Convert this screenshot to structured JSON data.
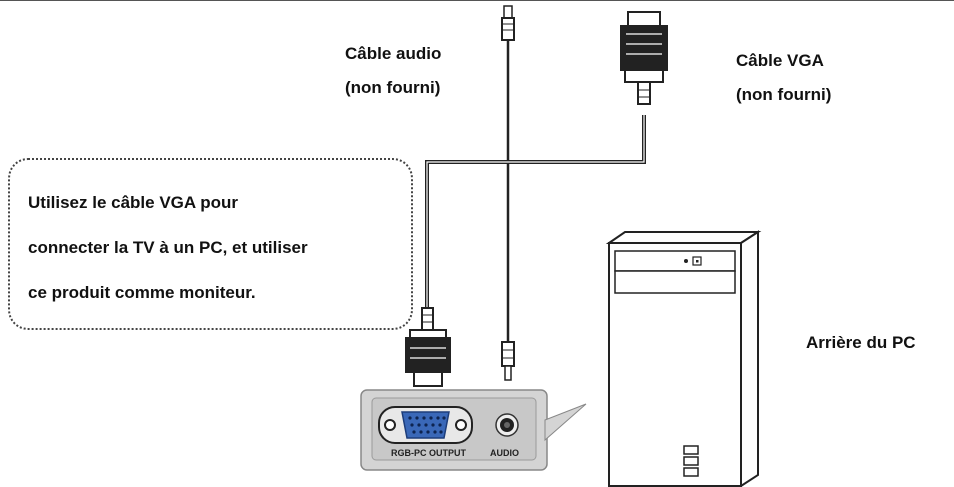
{
  "labels": {
    "audio_cable_line1": "Câble audio",
    "audio_cable_line2": "(non fourni)",
    "vga_cable_line1": "Câble VGA",
    "vga_cable_line2": "(non fourni)",
    "pc_back": "Arrière du PC"
  },
  "callout": {
    "line1": "Utilisez le câble VGA pour",
    "line2": "connecter la TV à un PC, et utiliser",
    "line3": "ce produit comme moniteur."
  },
  "panel": {
    "rgb_port_label": "RGB-PC OUTPUT",
    "audio_port_label": "AUDIO"
  }
}
